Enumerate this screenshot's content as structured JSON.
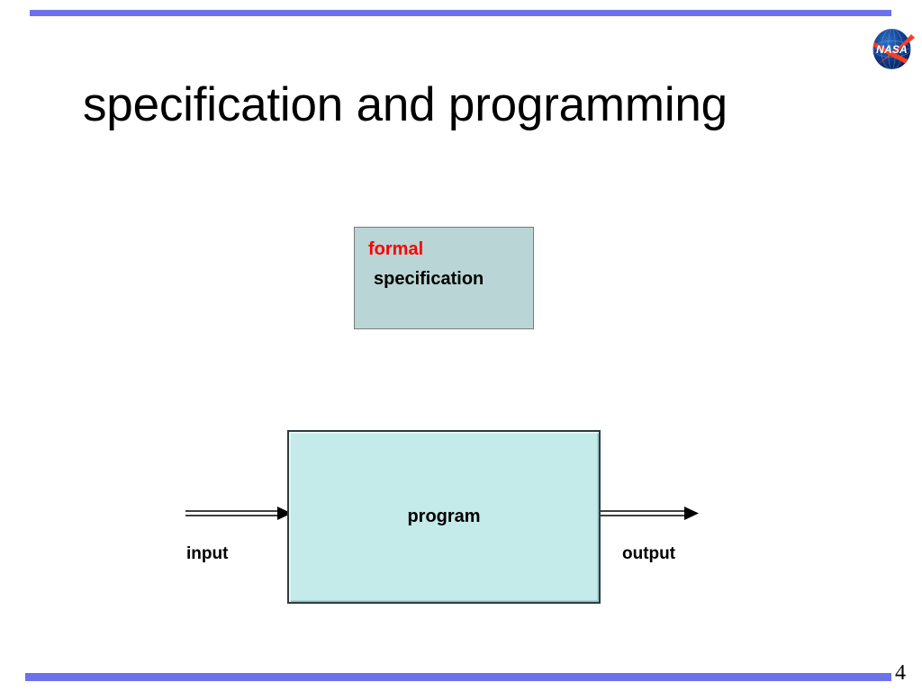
{
  "slide": {
    "title": "specification and programming",
    "page_number": "4",
    "accent_color": "#6b72ec",
    "background_color": "#ffffff"
  },
  "logo": {
    "name": "nasa-insignia",
    "wordmark": "NASA",
    "circle_color": "#0b3d91",
    "swoosh_color": "#fc3d21",
    "text_color": "#ffffff"
  },
  "diagram": {
    "type": "flow",
    "spec_box": {
      "line_1": "formal",
      "line_1_color": "#ff0000",
      "line_2": "specification",
      "line_2_color": "#000000",
      "fill_color": "#b9d5d5",
      "border_color": "#7b7b7b"
    },
    "program_box": {
      "label": "program",
      "fill_color": "#c5eaea",
      "border_color": "#2f3b3d"
    },
    "input": {
      "label": "input",
      "arrow": "arrow-right"
    },
    "output": {
      "label": "output",
      "arrow": "arrow-right"
    }
  }
}
